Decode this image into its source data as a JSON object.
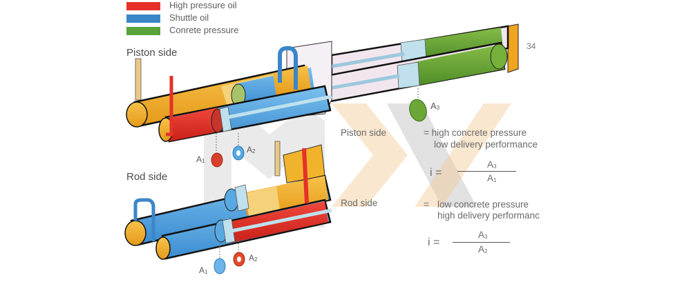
{
  "legend": {
    "items": [
      {
        "label": "High pressure oil",
        "color": "#e5312a"
      },
      {
        "label": "Shuttle oil",
        "color": "#3b86c8"
      },
      {
        "label": "Conrete pressure",
        "color": "#58a33a"
      }
    ]
  },
  "figure_number": "34",
  "colors": {
    "cylinder_orange": "#f2b32c",
    "cylinder_yellow": "#f5c548",
    "rod_light_blue": "#bfe1ee",
    "shuttle_blue": "#58a8e2",
    "high_pressure_red": "#e5312a",
    "concrete_green": "#6aa736",
    "watermark_gray": "#cfcfcf",
    "watermark_orange": "#f8dcb8"
  },
  "diagram": {
    "piston_side_label": "Piston side",
    "rod_side_label": "Rod side",
    "areas_top": {
      "a1": "A",
      "a1_sub": "1",
      "a2": "A",
      "a2_sub": "2"
    },
    "areas_bottom": {
      "a1": "A",
      "a1_sub": "1",
      "a2": "A",
      "a2_sub": "2"
    },
    "area_a3": {
      "label": "A",
      "sub": "3"
    }
  },
  "explanation": {
    "piston": {
      "label": "Piston side",
      "line1": "= high concrete pressure",
      "line2": "low delivery performance",
      "formula_lhs": "i =",
      "numerator": "A",
      "numerator_sub": "3",
      "denominator": "A",
      "denominator_sub": "1"
    },
    "rod": {
      "label": "Rod side",
      "eq": "=",
      "line1": "low concrete pressure",
      "line2": "high delivery performanc",
      "formula_lhs": "i =",
      "numerator": "A",
      "numerator_sub": "3",
      "denominator": "A",
      "denominator_sub": "2"
    }
  }
}
